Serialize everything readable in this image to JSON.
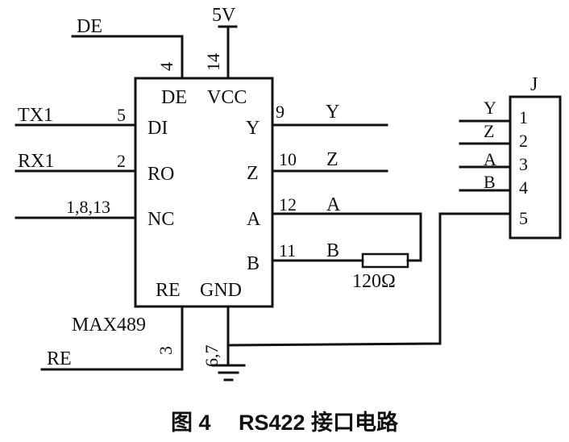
{
  "diagram": {
    "ic": {
      "part": "MAX489",
      "pins": {
        "de": {
          "name": "DE",
          "number": "4",
          "net": "DE"
        },
        "vcc": {
          "name": "VCC",
          "number": "14",
          "net": "5V"
        },
        "di": {
          "name": "DI",
          "number": "5",
          "net": "TX1"
        },
        "ro": {
          "name": "RO",
          "number": "2",
          "net": "RX1"
        },
        "nc": {
          "name": "NC",
          "number": "1,8,13"
        },
        "y": {
          "name": "Y",
          "number": "9",
          "net": "Y"
        },
        "z": {
          "name": "Z",
          "number": "10",
          "net": "Z"
        },
        "a": {
          "name": "A",
          "number": "12",
          "net": "A"
        },
        "b": {
          "name": "B",
          "number": "11",
          "net": "B"
        },
        "re": {
          "name": "RE",
          "number": "3",
          "net": "RE"
        },
        "gnd": {
          "name": "GND",
          "number": "6,7"
        }
      }
    },
    "resistor": {
      "value": "120Ω"
    },
    "connector": {
      "ref": "J",
      "pins": [
        {
          "number": "1",
          "net": "Y"
        },
        {
          "number": "2",
          "net": "Z"
        },
        {
          "number": "3",
          "net": "A"
        },
        {
          "number": "4",
          "net": "B"
        },
        {
          "number": "5"
        }
      ]
    }
  },
  "caption": "图 4　 RS422 接口电路"
}
